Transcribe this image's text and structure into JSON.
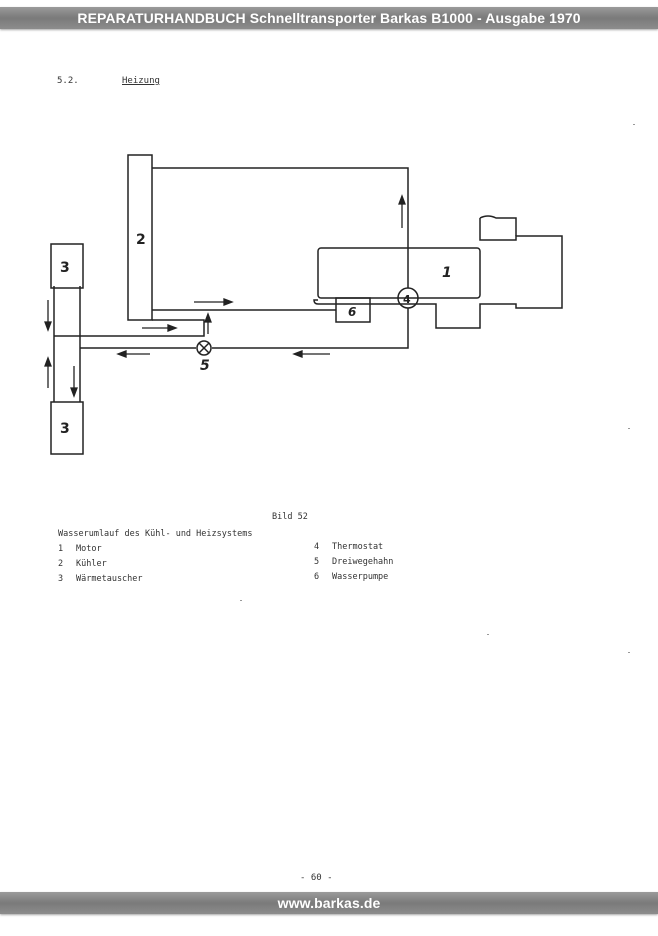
{
  "header": {
    "banner": "REPARATURHANDBUCH Schnelltransporter Barkas B1000  -  Ausgabe 1970"
  },
  "section": {
    "number": "5.2.",
    "title": "Heizung"
  },
  "diagram": {
    "labels": {
      "motor": "1",
      "kuehler": "2",
      "waermetauscher_top": "3",
      "waermetauscher_bottom": "3",
      "thermostat": "4",
      "dreiwegehahn": "5",
      "wasserpumpe": "6"
    }
  },
  "figure": {
    "label": "Bild 52",
    "description": "Wasserumlauf des Kühl- und Heizsystems"
  },
  "legend": [
    {
      "num": "1",
      "text": "Motor"
    },
    {
      "num": "2",
      "text": "Kühler"
    },
    {
      "num": "3",
      "text": "Wärmetauscher"
    },
    {
      "num": "4",
      "text": "Thermostat"
    },
    {
      "num": "5",
      "text": "Dreiwegehahn"
    },
    {
      "num": "6",
      "text": "Wasserpumpe"
    }
  ],
  "footer": {
    "page_number": "-  60  -",
    "website": "www.barkas.de"
  }
}
